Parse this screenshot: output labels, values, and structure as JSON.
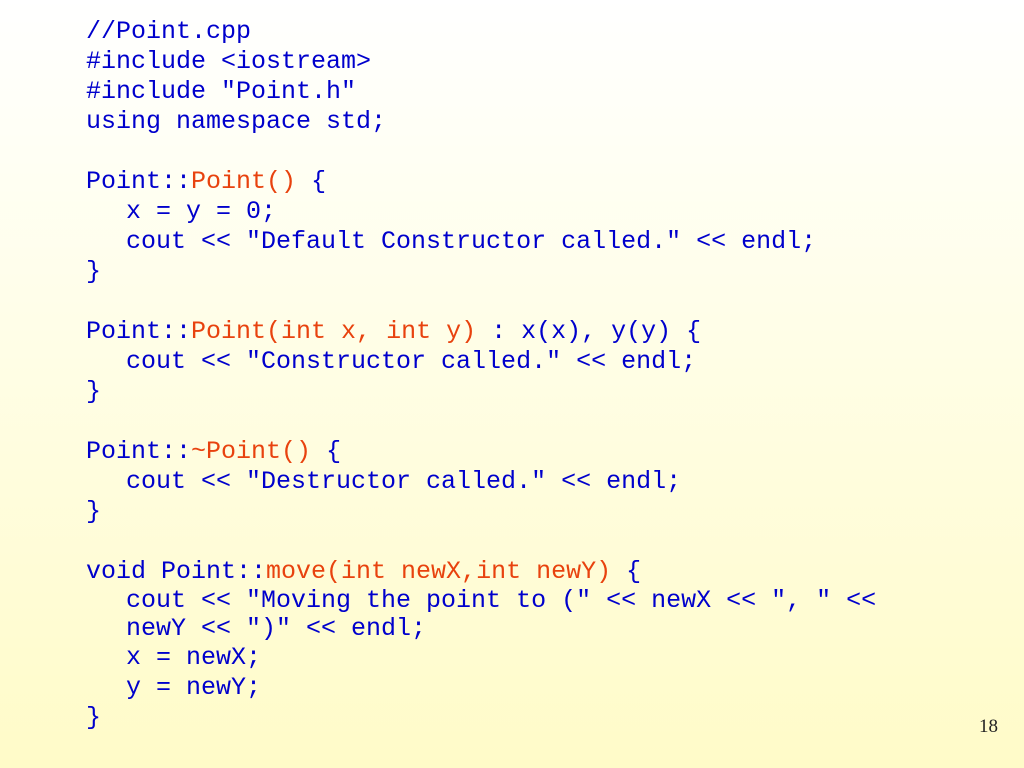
{
  "code": {
    "l1": "//Point.cpp",
    "l2": "#include <iostream>",
    "l3": "#include \"Point.h\"",
    "l4": "using namespace std;",
    "ctor_default": {
      "prefix": "Point::",
      "name": "Point()",
      "suffix": " {",
      "body1": "x = y = 0;",
      "body2": "cout << \"Default Constructor called.\" << endl;",
      "close": "}"
    },
    "ctor_param": {
      "prefix": "Point::",
      "name": "Point(int x, int y)",
      "suffix": " : x(x), y(y) {",
      "body1": "cout << \"Constructor called.\" << endl;",
      "close": "}"
    },
    "dtor": {
      "prefix": "Point::",
      "name": "~Point()",
      "suffix": " {",
      "body1": "cout << \"Destructor called.\" << endl;",
      "close": "}"
    },
    "move": {
      "prefix": "void Point::",
      "name": "move(int newX,int newY)",
      "suffix": " {",
      "body1a": "cout << \"Moving the point to (\" << newX << \", \" <<",
      "body1b": "newY << \")\" << endl;",
      "body2": "x = newX;",
      "body3": "y = newY;",
      "close": "}"
    }
  },
  "page_number": "18",
  "colors": {
    "code_text": "#0000cc",
    "highlight": "#e8420e",
    "background_top": "#ffffff",
    "background_bottom": "#fffbc8"
  }
}
